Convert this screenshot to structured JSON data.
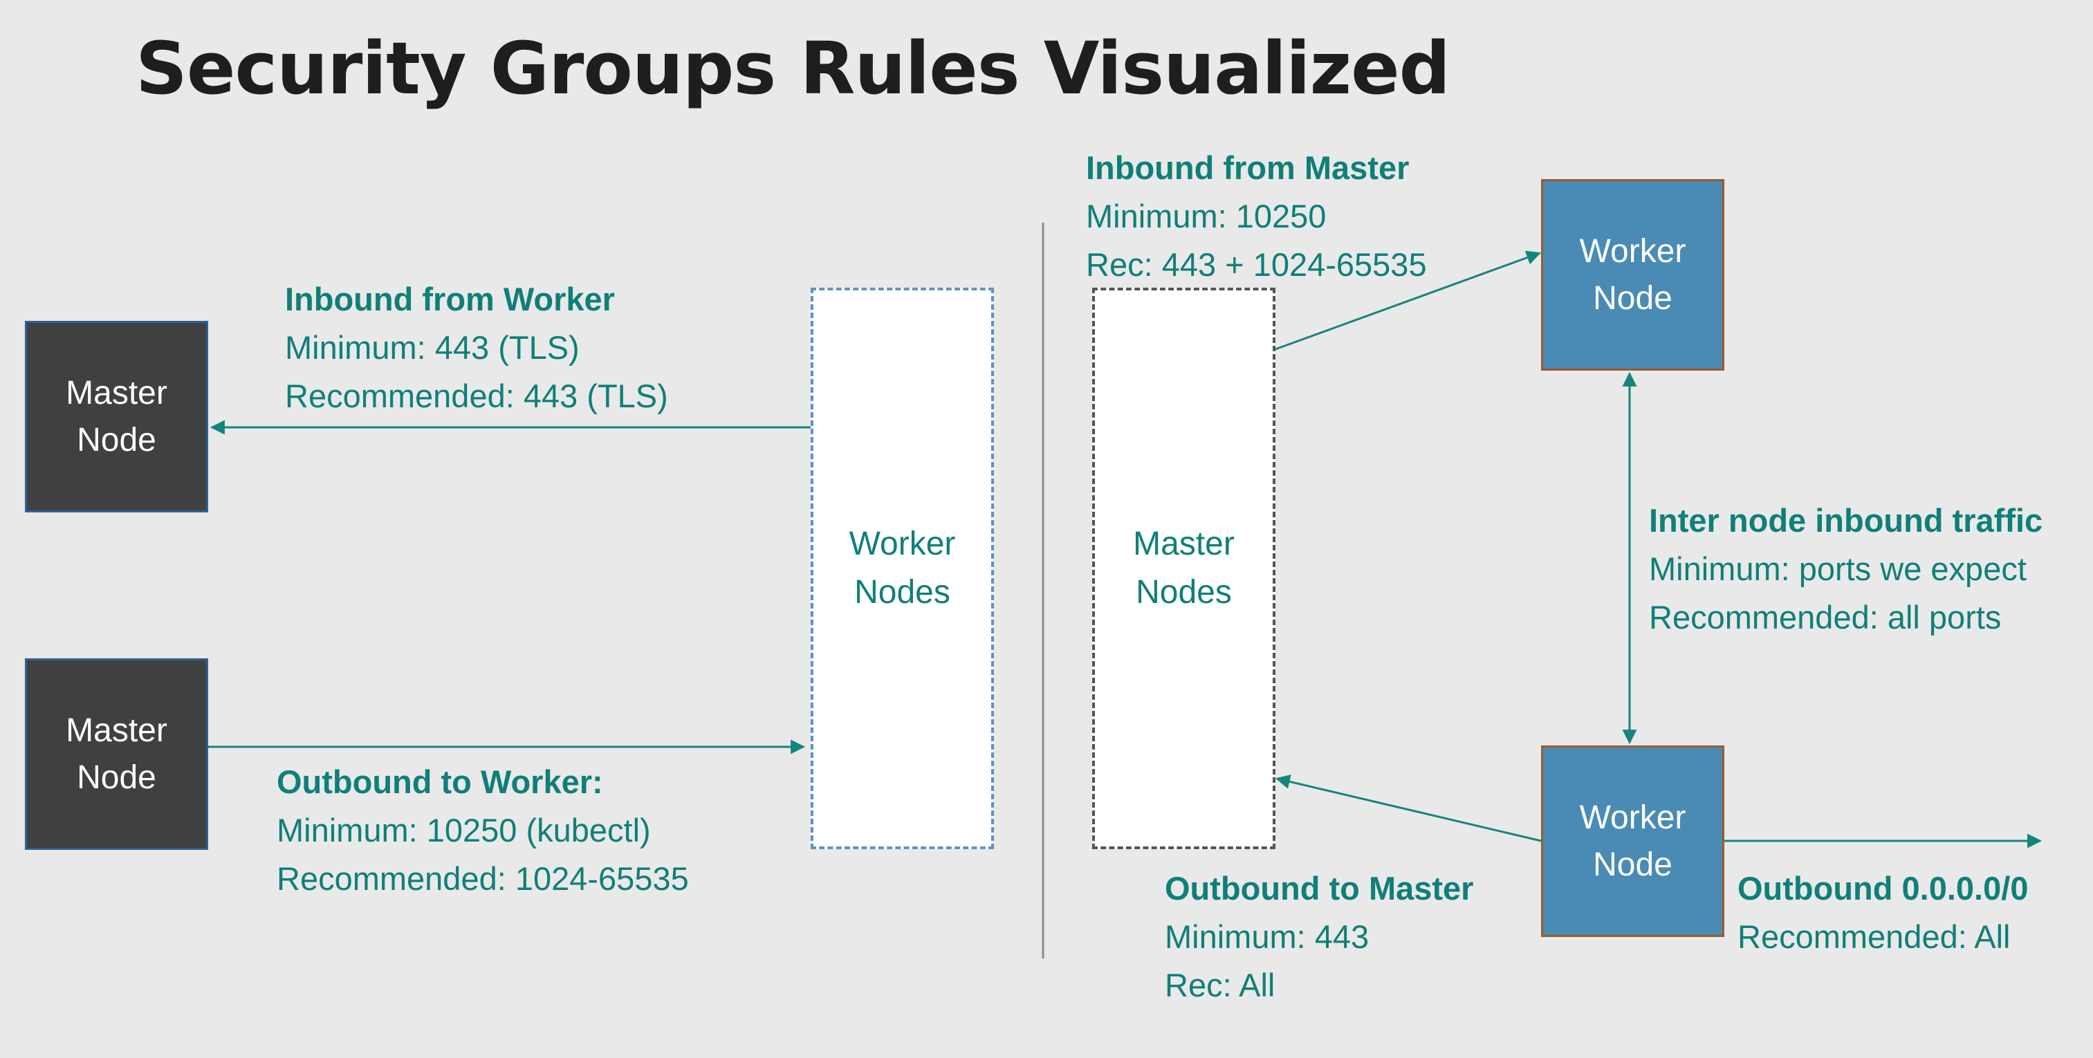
{
  "title": "Security Groups Rules Visualized",
  "nodes": {
    "master_left_top": "Master\nNode",
    "master_left_bottom": "Master\nNode",
    "worker_nodes_group": "Worker\nNodes",
    "master_nodes_group": "Master\nNodes",
    "worker_top": "Worker\nNode",
    "worker_bottom": "Worker\nNode"
  },
  "labels": {
    "inbound_from_worker": {
      "heading": "Inbound from Worker",
      "minimum": "Minimum: 443 (TLS)",
      "recommended": "Recommended: 443 (TLS)"
    },
    "outbound_to_worker": {
      "heading": "Outbound to Worker:",
      "minimum": "Minimum: 10250 (kubectl)",
      "recommended": "Recommended: 1024-65535"
    },
    "inbound_from_master": {
      "heading": "Inbound from Master",
      "minimum": "Minimum: 10250",
      "recommended": "Rec: 443 + 1024-65535"
    },
    "inter_node": {
      "heading": "Inter node inbound traffic",
      "minimum": "Minimum: ports we expect",
      "recommended": "Recommended: all ports"
    },
    "outbound_to_master": {
      "heading": "Outbound to Master",
      "minimum": "Minimum: 443",
      "recommended": "Rec: All"
    },
    "outbound_all": {
      "heading": "Outbound 0.0.0.0/0",
      "recommended": "Recommended:  All"
    }
  },
  "colors": {
    "text_teal": "#0f7f78",
    "arrow_teal": "#14857c",
    "master_fill": "#404040",
    "worker_fill": "#4a8bb5",
    "background": "#e9e9e9"
  }
}
